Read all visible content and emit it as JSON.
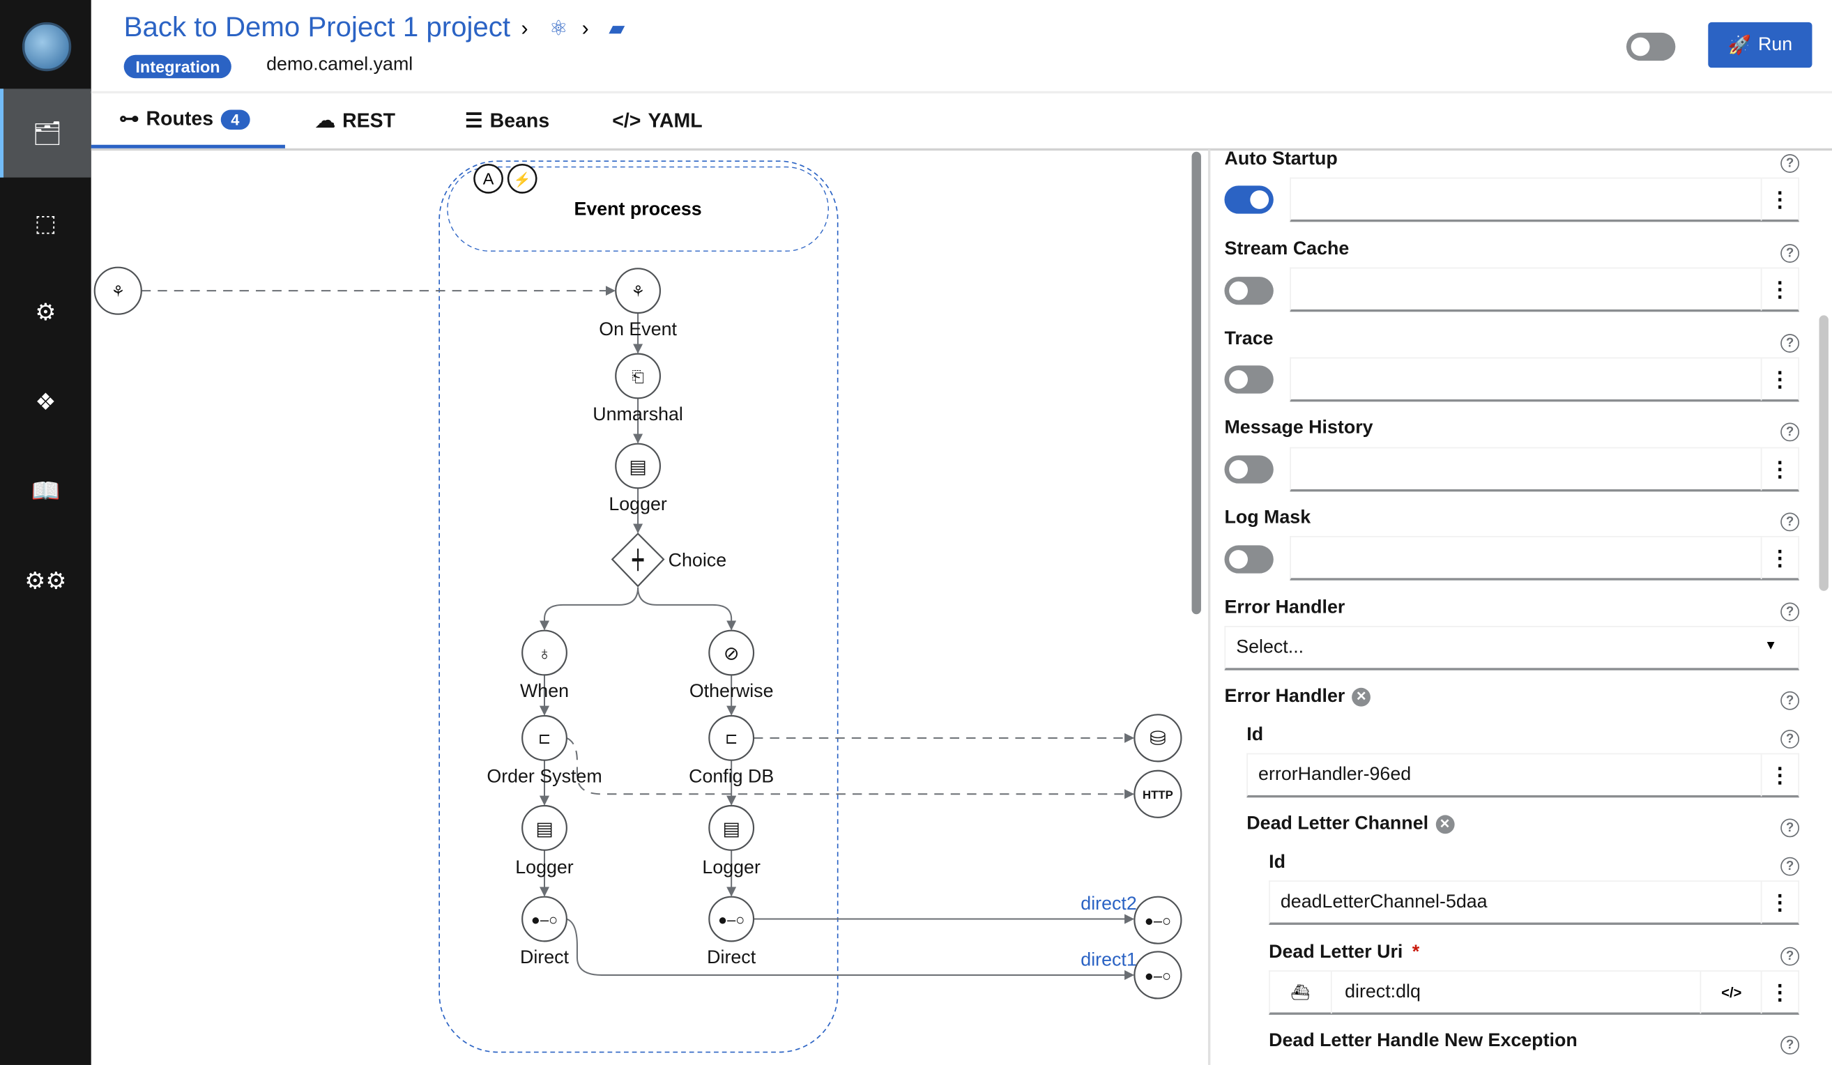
{
  "header": {
    "back_link": "Back to Demo Project 1 project",
    "badge": "Integration",
    "file_name": "demo.camel.yaml",
    "run_label": "Run",
    "crumb_icons": [
      "topology-icon",
      "folder-open-icon"
    ]
  },
  "sidebar": {
    "items": [
      "projects-icon",
      "clipboard-icon",
      "service-gear-icon",
      "cubes-icon",
      "book-icon",
      "settings-icon"
    ],
    "active": 0
  },
  "tabs": [
    {
      "label": "Routes",
      "count": "4"
    },
    {
      "label": "REST"
    },
    {
      "label": "Beans"
    },
    {
      "label": "YAML"
    }
  ],
  "canvas": {
    "route_title": "Event process",
    "route_badges": [
      "A",
      "⚡"
    ],
    "nodes": {
      "on_event": "On Event",
      "unmarshal": "Unmarshal",
      "logger": "Logger",
      "choice": "Choice",
      "when": "When",
      "otherwise": "Otherwise",
      "order_system": "Order System",
      "config_db": "Config DB",
      "logger_when": "Logger",
      "logger_otherwise": "Logger",
      "direct_when": "Direct",
      "direct_otherwise": "Direct"
    },
    "external": {
      "http": "HTTP",
      "direct2": "direct2",
      "direct1": "direct1"
    }
  },
  "panel": {
    "auto_startup": {
      "label": "Auto Startup",
      "on": true
    },
    "stream_cache": {
      "label": "Stream Cache",
      "on": false
    },
    "trace": {
      "label": "Trace",
      "on": false
    },
    "message_history": {
      "label": "Message History",
      "on": false
    },
    "log_mask": {
      "label": "Log Mask",
      "on": false
    },
    "error_handler_select": {
      "label": "Error Handler",
      "placeholder": "Select..."
    },
    "error_handler": {
      "label": "Error Handler",
      "id_label": "Id",
      "id_value": "errorHandler-96ed"
    },
    "dead_letter_channel": {
      "label": "Dead Letter Channel",
      "id_label": "Id",
      "id_value": "deadLetterChannel-5daa",
      "uri_label": "Dead Letter Uri",
      "required": "*",
      "uri_value": "direct:dlq",
      "handle_new_exception": "Dead Letter Handle New Exception"
    }
  },
  "colors": {
    "accent": "#2b63c4",
    "sidebar": "#151515"
  }
}
